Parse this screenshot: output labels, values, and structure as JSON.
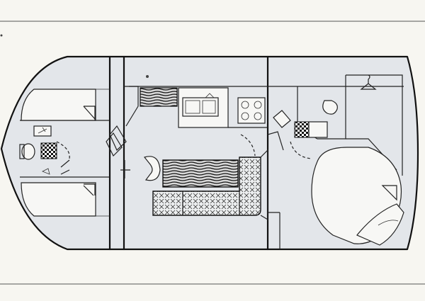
{
  "page": {
    "paper_color": "#f7f6f1",
    "floor_color": "#e3e6ea",
    "ink_color": "#111111"
  },
  "plan": {
    "kind": "boat-floor-plan",
    "orientation": "bow-left",
    "labels": [],
    "fixtures": [
      "forward-berth-upper",
      "forward-berth-lower",
      "toilet",
      "washbasin",
      "shower",
      "helm-seat",
      "steering-wheel",
      "galley-sink",
      "galley-cooktop",
      "refrigerator",
      "dinette-table",
      "dinette-bench",
      "aft-double-bed",
      "wardrobe-hanger",
      "aft-washbasin",
      "aft-toilet"
    ]
  }
}
